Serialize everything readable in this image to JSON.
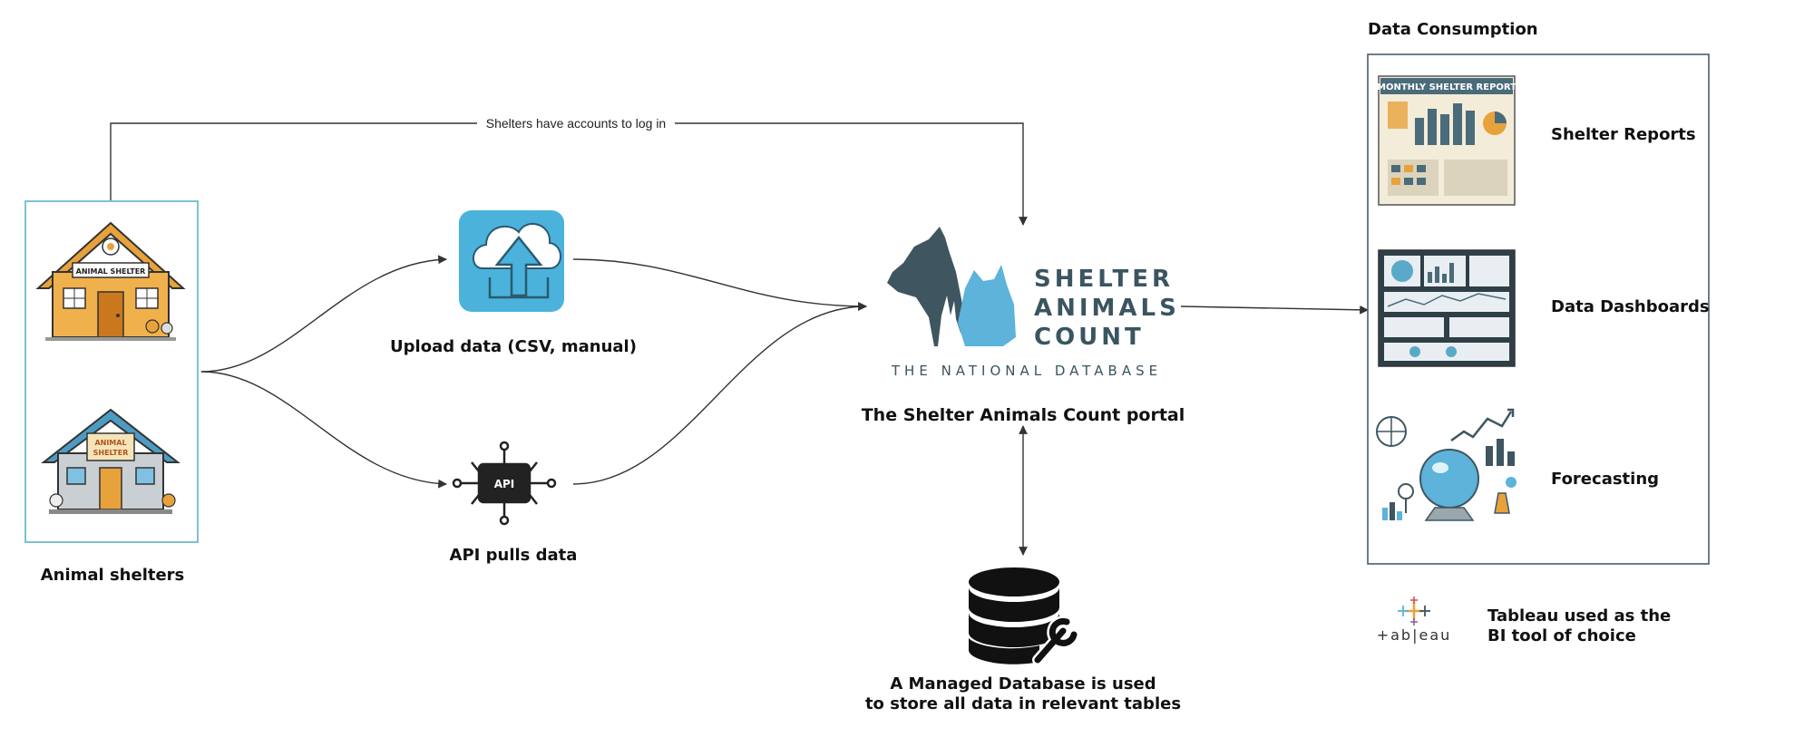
{
  "diagram": {
    "sources": {
      "label": "Animal shelters",
      "shelter1_sign": "ANIMAL SHELTER",
      "shelter2_sign_line1": "ANIMAL",
      "shelter2_sign_line2": "SHELTER"
    },
    "upload": {
      "label": "Upload data (CSV, manual)"
    },
    "api": {
      "label": "API pulls data",
      "chip": "API"
    },
    "login_edge": {
      "label": "Shelters have accounts to log in"
    },
    "portal": {
      "brand_line1": "SHELTER",
      "brand_line2": "ANIMALS",
      "brand_line3": "COUNT",
      "brand_sub": "THE NATIONAL DATABASE",
      "label": "The Shelter Animals Count portal"
    },
    "database": {
      "label_line1": "A Managed Database is used",
      "label_line2": "to store all data in relevant tables"
    },
    "consumption": {
      "title": "Data Consumption",
      "items": [
        {
          "label": "Shelter Reports",
          "thumb_title": "MONTHLY SHELTER REPORT"
        },
        {
          "label": "Data Dashboards"
        },
        {
          "label": "Forecasting"
        }
      ]
    },
    "tableau": {
      "wordmark": "+ab|eau",
      "line1": "Tableau used as the",
      "line2": "BI tool of choice"
    }
  },
  "colors": {
    "edge": "#333333",
    "shelter_box": "#7cc3d1",
    "consumption_box": "#4a5d6a",
    "brand_dark": "#3f5661",
    "brand_light": "#5db3d9",
    "upload_tile": "#4bb2dc"
  }
}
